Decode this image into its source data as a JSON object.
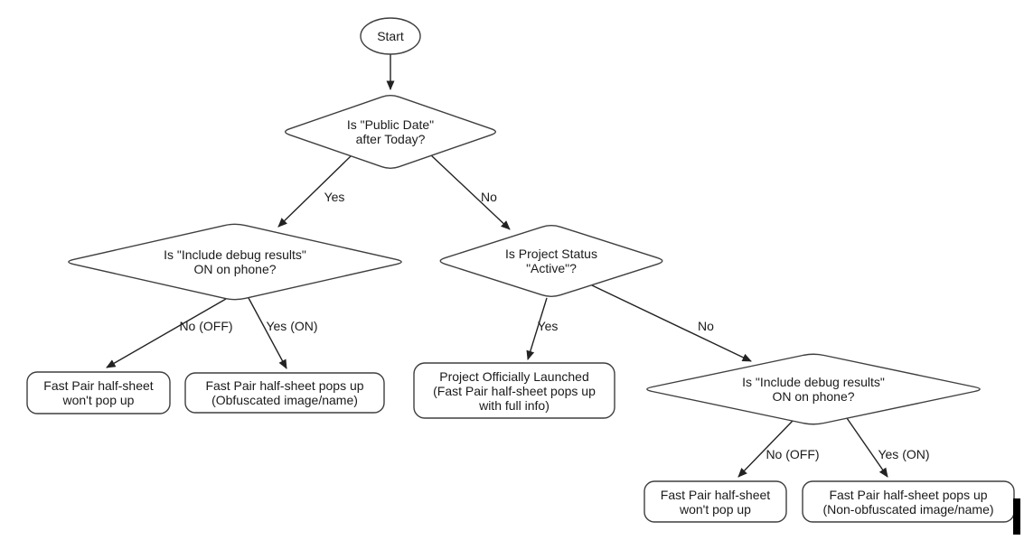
{
  "nodes": {
    "start": {
      "label": "Start"
    },
    "decision_public_date": {
      "label": "Is \"Public Date\"\nafter Today?"
    },
    "decision_debug_left": {
      "label": "Is \"Include debug results\"\nON on phone?"
    },
    "decision_project_status": {
      "label": "Is Project Status\n\"Active\"?"
    },
    "decision_debug_right": {
      "label": "Is \"Include debug results\"\nON on phone?"
    },
    "result_no_popup_left": {
      "label": "Fast Pair half-sheet\nwon't pop up"
    },
    "result_obfuscated": {
      "label": "Fast Pair half-sheet pops up\n(Obfuscated image/name)"
    },
    "result_launched": {
      "label": "Project Officially Launched\n(Fast Pair half-sheet pops up\nwith full info)"
    },
    "result_no_popup_right": {
      "label": "Fast Pair half-sheet\nwon't pop up"
    },
    "result_non_obfuscated": {
      "label": "Fast Pair half-sheet pops up\n(Non-obfuscated image/name)"
    }
  },
  "edge_labels": {
    "d1_yes": "Yes",
    "d1_no": "No",
    "d2_no_off": "No (OFF)",
    "d2_yes_on": "Yes (ON)",
    "d3_yes": "Yes",
    "d3_no": "No",
    "d4_no_off": "No (OFF)",
    "d4_yes_on": "Yes (ON)"
  },
  "colors": {
    "background": "#ffffff",
    "shape_stroke": "#3f3f3f",
    "connector": "#222222",
    "text": "#1a1a1a",
    "cursor_bar": "#000000"
  }
}
